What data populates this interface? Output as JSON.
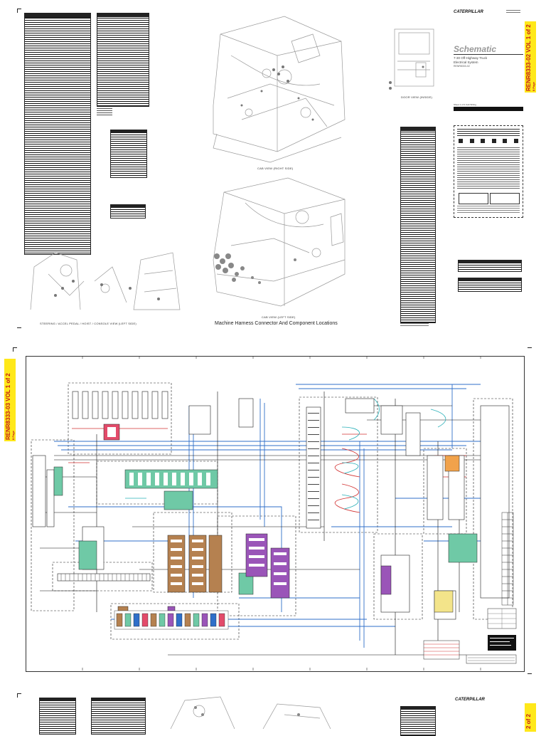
{
  "brand": "CATERPILLAR",
  "title_block": {
    "title": "Schematic",
    "subtitle_line1": "7-30 Off-Highway Truck",
    "subtitle_line2": "Electrical System",
    "code": "RENR8333-02",
    "band_note": "Sheet 1 of 2 Cab Wiring"
  },
  "top_sheet": {
    "volume_label": "RENR8333-02 VOL 1 of 2",
    "pages_note": "8 Page",
    "views": {
      "door": "DOOR VIEW (INSIDE)",
      "cab_right": "CAB VIEW (RIGHT SIDE)",
      "cab_left": "CAB VIEW (LEFT SIDE)",
      "steering": "STEERING / ACCEL PEDAL / HOIST / CONSOLE VIEW (LEFT SIDE)"
    },
    "caption": "Machine Harness Connector And Component Locations"
  },
  "middle_sheet": {
    "volume_label": "RENR8333-03 VOL 1 of 2",
    "pages_note": "8 Page"
  },
  "bottom_sheet": {
    "volume_label": "2 of 2"
  },
  "colors": {
    "wire_blue": "#2f6fc9",
    "wire_red": "#d23232",
    "wire_green": "#3aa05a",
    "module_mint": "#6fc9a6",
    "module_brown": "#b58150",
    "module_purple": "#9a55b8",
    "label_yellow": "#ffe81a",
    "label_red": "#c31a1a"
  }
}
